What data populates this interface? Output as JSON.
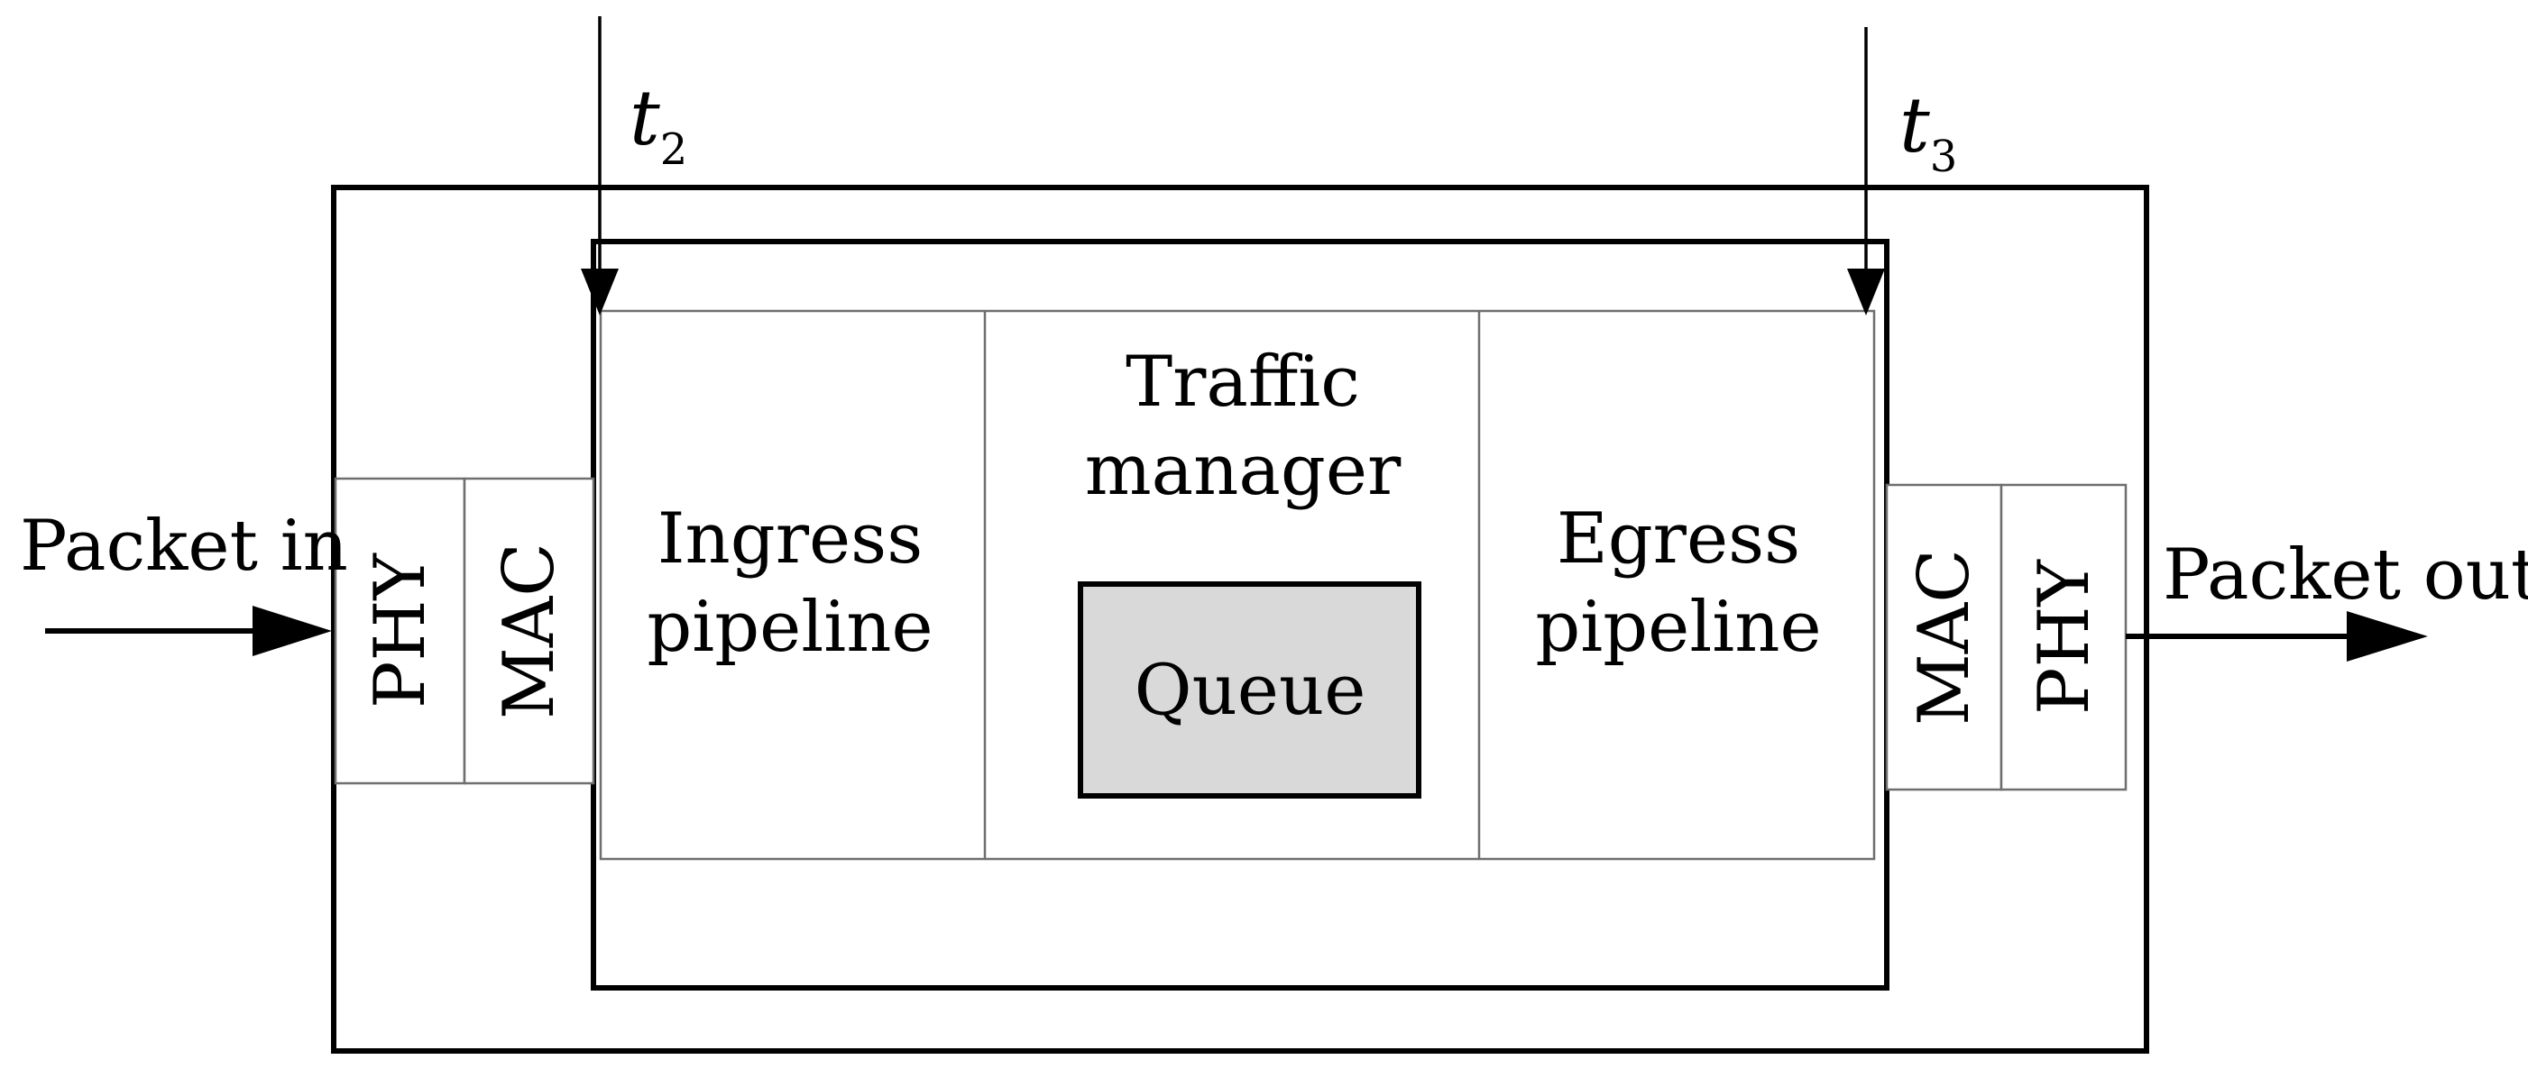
{
  "labels": {
    "packet_in": "Packet in",
    "packet_out": "Packet out",
    "phy_in": "PHY",
    "mac_in": "MAC",
    "mac_out": "MAC",
    "phy_out": "PHY",
    "ingress_line1": "Ingress",
    "ingress_line2": "pipeline",
    "traffic_line1": "Traffic",
    "traffic_line2": "manager",
    "queue": "Queue",
    "egress_line1": "Egress",
    "egress_line2": "pipeline",
    "t2_var": "t",
    "t2_sub": "2",
    "t3_var": "t",
    "t3_sub": "3"
  },
  "colors": {
    "stroke": "#000000",
    "queue_fill": "#d9d9d9",
    "panel_stroke": "#6e6e6e"
  }
}
